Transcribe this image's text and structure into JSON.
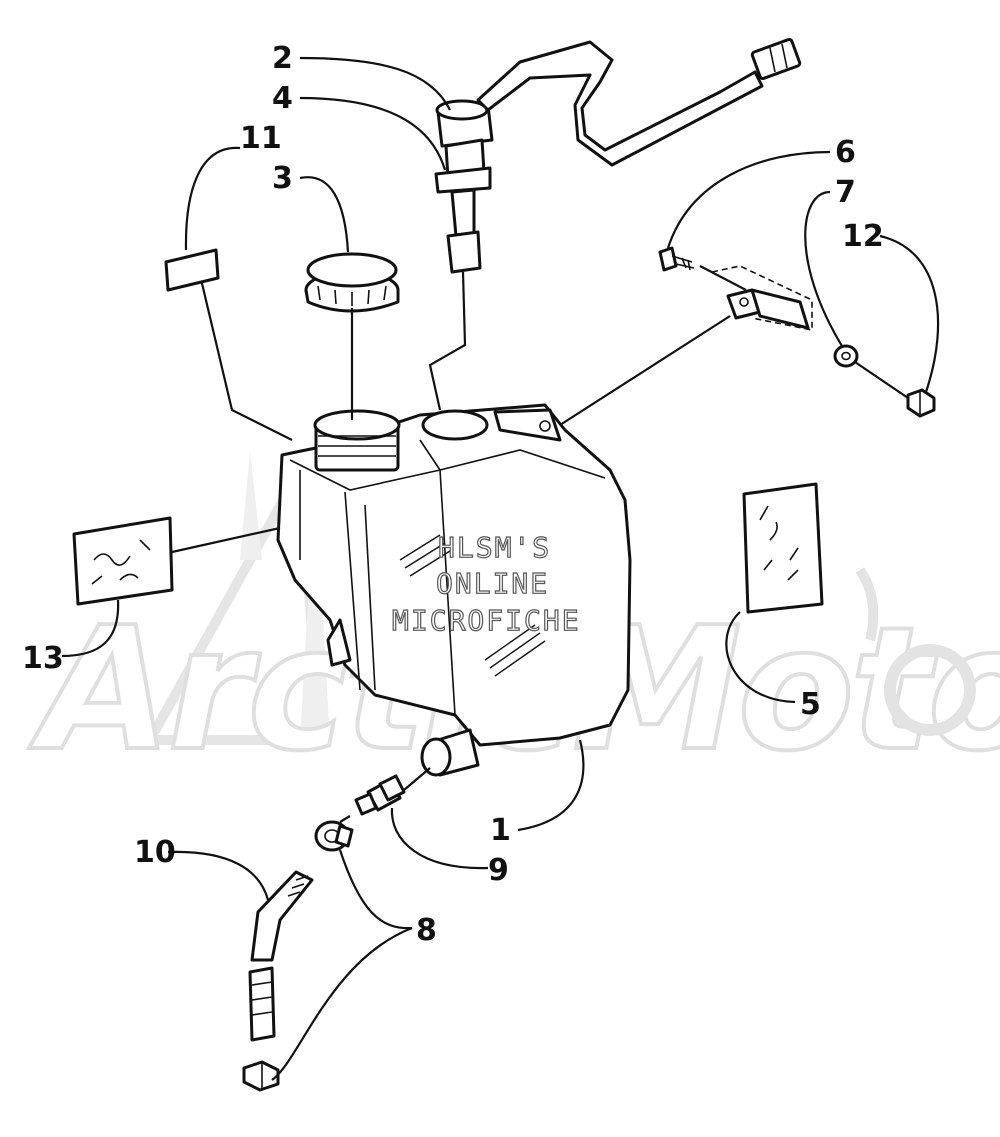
{
  "callouts": {
    "n1": "1",
    "n2": "2",
    "n3": "3",
    "n4": "4",
    "n5": "5",
    "n6": "6",
    "n7": "7",
    "n8": "8",
    "n9": "9",
    "n10": "10",
    "n11": "11",
    "n12": "12",
    "n13": "13"
  },
  "stamp": {
    "line1": "HLSM'S",
    "line2": "ONLINE",
    "line3": "MICROFICHE"
  },
  "watermark": {
    "text": "ArcticMoto"
  },
  "colors": {
    "ink": "#111111",
    "watermark": "#e6e6e6",
    "background": "#ffffff"
  }
}
